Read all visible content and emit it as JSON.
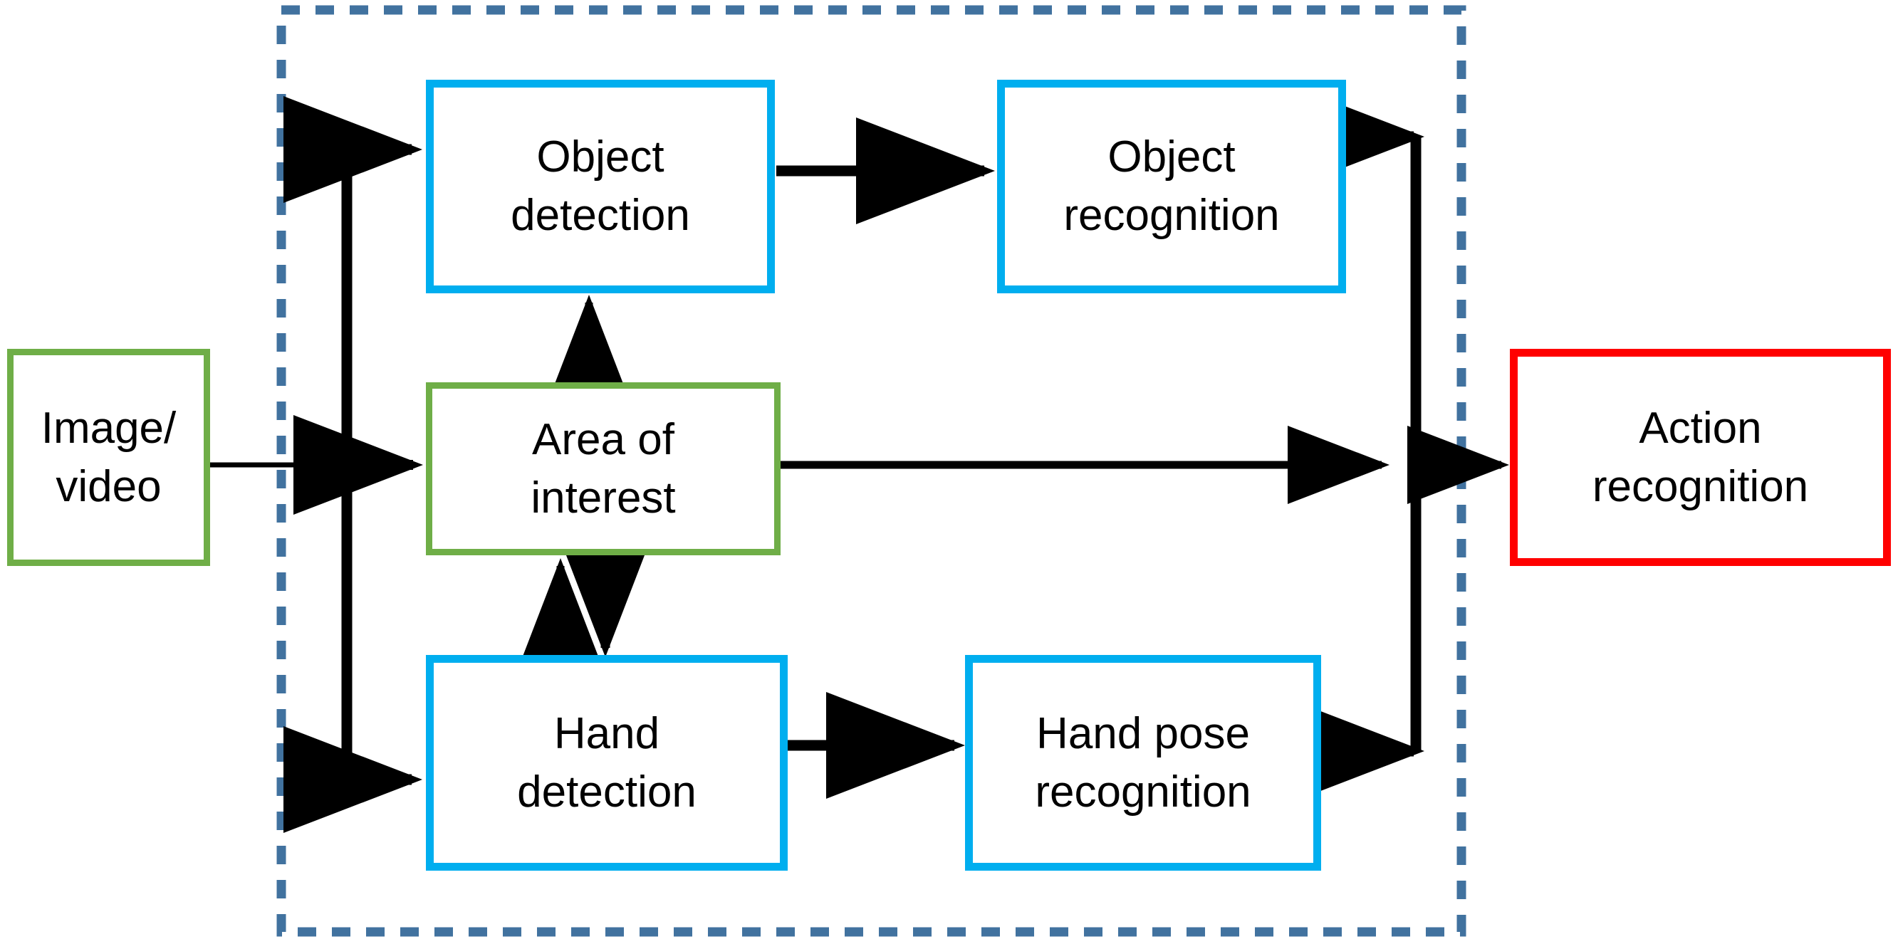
{
  "diagram": {
    "type": "flowchart",
    "title": "",
    "pipeline_boundary": {
      "name": "dashed-pipeline-group",
      "style": "dashed",
      "color": "#41729F"
    },
    "colors": {
      "green": "#6FAE47",
      "cyan": "#00AEEF",
      "red": "#FF0000",
      "dashed_border": "#41729F",
      "arrow": "#000000",
      "background": "#FFFFFF"
    },
    "nodes": [
      {
        "id": "image-video",
        "line1": "Image/",
        "line2": "video",
        "color": "green"
      },
      {
        "id": "object-detection",
        "line1": "Object",
        "line2": "detection",
        "color": "cyan"
      },
      {
        "id": "object-recognition",
        "line1": "Object",
        "line2": "recognition",
        "color": "cyan"
      },
      {
        "id": "area-of-interest",
        "line1": "Area of",
        "line2": "interest",
        "color": "green"
      },
      {
        "id": "hand-detection",
        "line1": "Hand",
        "line2": "detection",
        "color": "cyan"
      },
      {
        "id": "hand-pose-recognition",
        "line1": "Hand pose",
        "line2": "recognition",
        "color": "cyan"
      },
      {
        "id": "action-recognition",
        "line1": "Action",
        "line2": "recognition",
        "color": "red"
      }
    ],
    "edges": [
      {
        "from": "image-video",
        "to": "object-detection",
        "style": "solid-arrow"
      },
      {
        "from": "image-video",
        "to": "area-of-interest",
        "style": "solid-arrow"
      },
      {
        "from": "image-video",
        "to": "hand-detection",
        "style": "solid-arrow"
      },
      {
        "from": "object-detection",
        "to": "object-recognition",
        "style": "solid-arrow"
      },
      {
        "from": "area-of-interest",
        "to": "object-detection",
        "style": "solid-arrow"
      },
      {
        "from": "area-of-interest",
        "to": "hand-detection",
        "style": "solid-arrow"
      },
      {
        "from": "hand-detection",
        "to": "area-of-interest",
        "style": "solid-arrow"
      },
      {
        "from": "hand-detection",
        "to": "hand-pose-recognition",
        "style": "solid-arrow"
      },
      {
        "from": "object-recognition",
        "to": "action-recognition",
        "style": "solid-arrow"
      },
      {
        "from": "area-of-interest",
        "to": "action-recognition",
        "style": "solid-arrow"
      },
      {
        "from": "hand-pose-recognition",
        "to": "action-recognition",
        "style": "solid-arrow"
      }
    ]
  }
}
